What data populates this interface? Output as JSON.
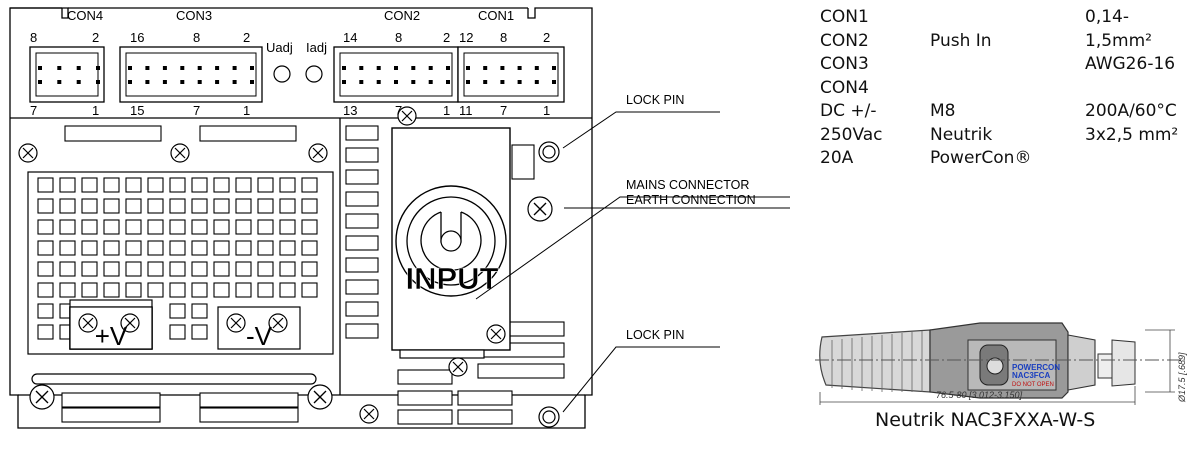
{
  "board": {
    "con4_label": "CON4",
    "con3_label": "CON3",
    "con2_label": "CON2",
    "con1_label": "CON1",
    "uadj_label": "Uadj",
    "iadj_label": "Iadj",
    "con4_pins_top": [
      "8",
      "2"
    ],
    "con4_pins_bottom": [
      "7",
      "1"
    ],
    "con3_pins_top": [
      "16",
      "8",
      "2"
    ],
    "con3_pins_bottom": [
      "15",
      "7",
      "1"
    ],
    "con2_pins_top": [
      "14",
      "8",
      "2"
    ],
    "con2_pins_bottom": [
      "13",
      "7",
      "1"
    ],
    "con1_pins_top": [
      "12",
      "8",
      "2"
    ],
    "con1_pins_bottom": [
      "11",
      "7",
      "1"
    ],
    "plus_v_label": "+V",
    "minus_v_label": "-V",
    "input_label": "INPUT"
  },
  "callouts": {
    "lock_pin_top": "LOCK PIN",
    "mains_connector": "MAINS CONNECTOR",
    "earth_connection": "EARTH CONNECTION",
    "lock_pin_bottom": "LOCK PIN"
  },
  "spec_table": {
    "rows": [
      [
        "CON1",
        "",
        "0,14-"
      ],
      [
        "CON2",
        "Push In",
        "1,5mm²"
      ],
      [
        "CON3",
        "",
        "AWG26-16"
      ],
      [
        "CON4",
        "",
        ""
      ],
      [
        "DC +/-",
        "M8",
        "200A/60°C"
      ],
      [
        "250Vac",
        "Neutrik",
        "3x2,5 mm²"
      ],
      [
        "20A",
        "PowerCon®",
        ""
      ]
    ]
  },
  "plug_drawing": {
    "dimension_label": "76.5-80 [3.012-3.150]",
    "diameter_label": "Ø17.5 [.689]",
    "brand_text": "POWERCON",
    "model_text": "NAC3FCA",
    "warning_text": "DO NOT OPEN"
  },
  "caption": "Neutrik NAC3FXXA-W-S"
}
